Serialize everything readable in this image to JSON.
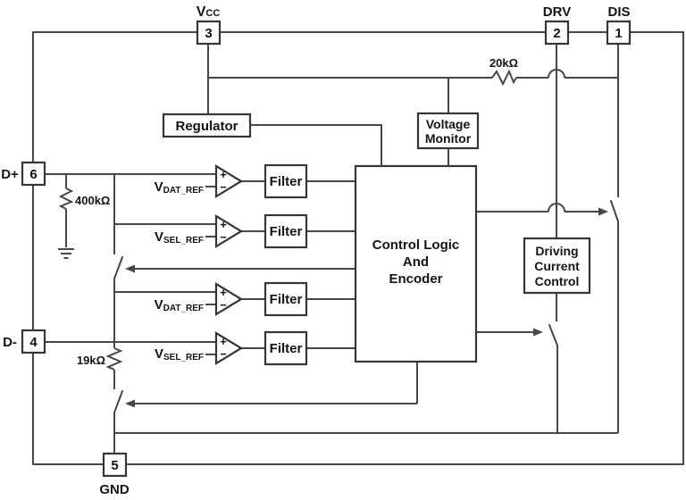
{
  "diagram_type": "ic-block-diagram",
  "colors": {
    "background": "#ffffff",
    "wire": "#474747",
    "box_border": "#363636",
    "text": "#141414"
  },
  "pins": {
    "vcc": {
      "number": "3",
      "label_main": "V",
      "label_sub": "CC"
    },
    "drv": {
      "number": "2",
      "label": "DRV"
    },
    "dis": {
      "number": "1",
      "label": "DIS"
    },
    "dp": {
      "number": "6",
      "label": "D+"
    },
    "dm": {
      "number": "4",
      "label": "D-"
    },
    "gnd": {
      "number": "5",
      "label": "GND"
    }
  },
  "blocks": {
    "regulator": {
      "label": "Regulator"
    },
    "voltage_monitor": {
      "line1": "Voltage",
      "line2": "Monitor"
    },
    "control_logic": {
      "line1": "Control Logic",
      "line2": "And",
      "line3": "Encoder"
    },
    "driving_current": {
      "line1": "Driving",
      "line2": "Current",
      "line3": "Control"
    },
    "filters": [
      "Filter",
      "Filter",
      "Filter",
      "Filter"
    ]
  },
  "resistors": {
    "vcc_dis_pullup": "20kΩ",
    "dp_pulldown": "400kΩ",
    "dm_pulldown": "19kΩ"
  },
  "comparators": [
    {
      "plus": "+",
      "minus": "−",
      "ref_main": "V",
      "ref_sub": "DAT_REF"
    },
    {
      "plus": "+",
      "minus": "−",
      "ref_main": "V",
      "ref_sub": "SEL_REF"
    },
    {
      "plus": "+",
      "minus": "−",
      "ref_main": "V",
      "ref_sub": "DAT_REF"
    },
    {
      "plus": "+",
      "minus": "−",
      "ref_main": "V",
      "ref_sub": "SEL_REF"
    }
  ]
}
